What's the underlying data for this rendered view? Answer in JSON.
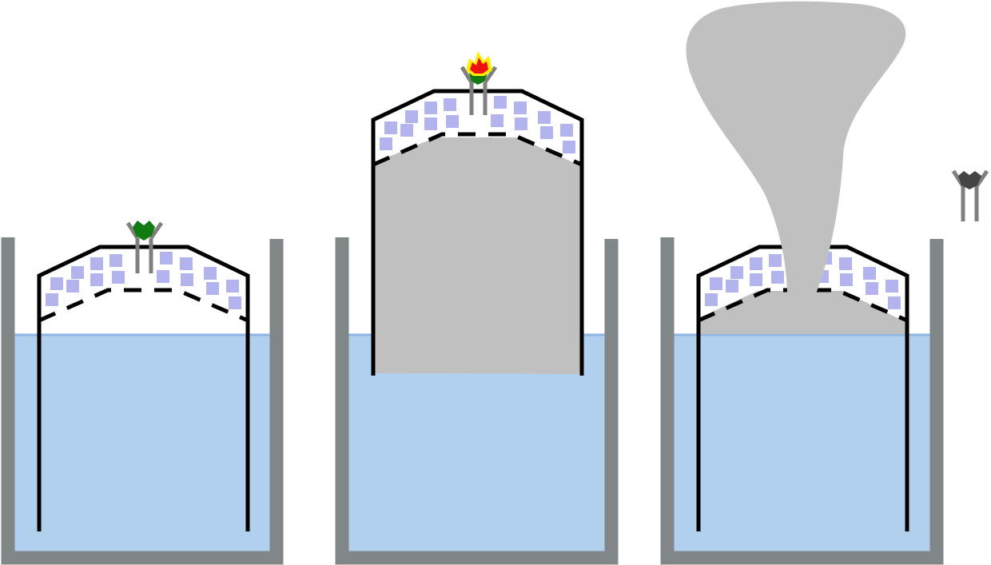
{
  "diagram": {
    "panels": [
      {
        "name": "stage-1-ignition",
        "state": "bell-submerged",
        "wick": "lit-green"
      },
      {
        "name": "stage-2-inflation",
        "state": "bell-raised-full-of-smoke",
        "wick": "flaming"
      },
      {
        "name": "stage-3-release",
        "state": "smoke-plume-released",
        "wick": "spent"
      }
    ],
    "colors": {
      "water": "#b0d0ee",
      "water_line": "#8fb6e6",
      "tank_wall": "#818789",
      "bell_outline": "#000000",
      "insulation_block": "#b3b3ee",
      "smoke": "#c0c0c0",
      "wick_holder": "#7f7f7f",
      "flame_green": "#117a11",
      "flame_red": "#ee1111",
      "flame_yellow": "#ffee00",
      "spent_wick": "#444444"
    }
  }
}
